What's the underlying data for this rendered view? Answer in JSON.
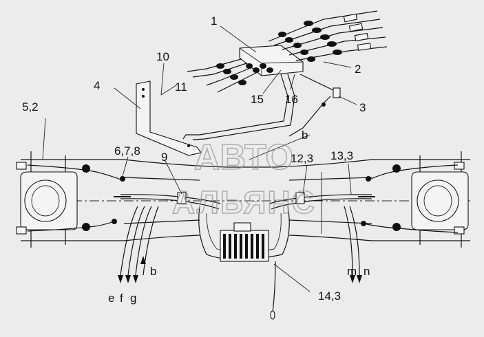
{
  "callouts": {
    "c1": "1",
    "c2": "2",
    "c3": "3",
    "c4": "4",
    "c52": "5,2",
    "c678": "6,7,8",
    "c9": "9",
    "c10": "10",
    "c11": "11",
    "c123": "12,3",
    "c133": "13,3",
    "c143": "14,3",
    "c15": "15",
    "c16": "16",
    "cb_top": "b",
    "cb_left": "b",
    "ce": "e",
    "cf": "f",
    "cg": "g",
    "cm": "m",
    "cn": "n"
  },
  "watermark": {
    "line1": "АВТО",
    "line2": "АЛЬЯНС"
  },
  "colors": {
    "ink": "#111111",
    "paper": "#ececec",
    "watermark": "#9a9a9a"
  }
}
